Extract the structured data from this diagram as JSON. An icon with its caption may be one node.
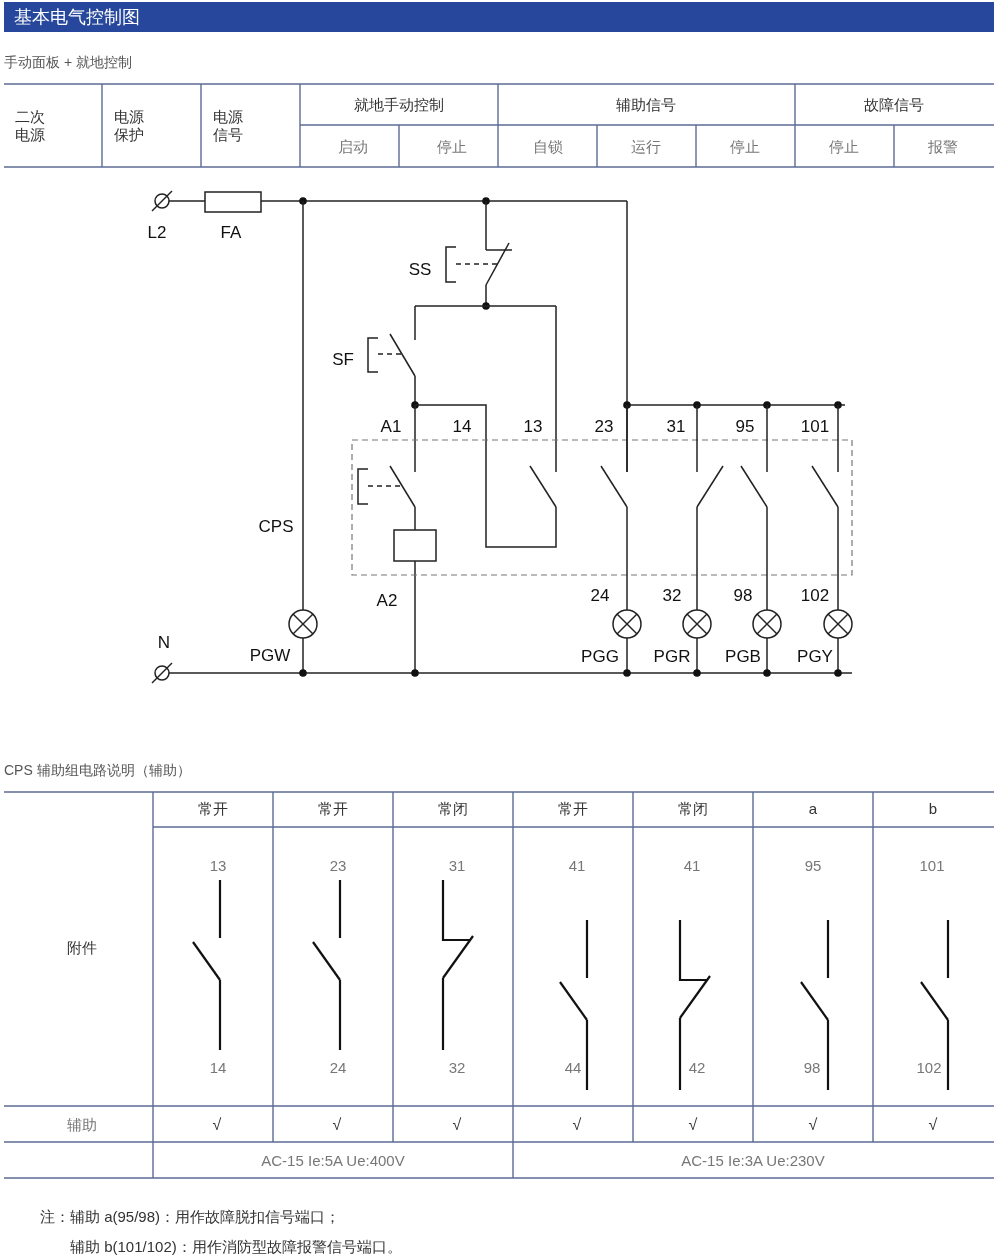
{
  "diagram": {
    "title": "基本电气控制图",
    "labels": [
      "手动面板 + 就地控制",
      "二次电源",
      "电源保护",
      "电源信号",
      "就地手动控制",
      "辅助信号",
      "故障信号",
      "启动",
      "停止",
      "自锁",
      "运行",
      "停止",
      "停止",
      "报警",
      "L2",
      "FA",
      "SS",
      "SF",
      "A1",
      "14",
      "13",
      "23",
      "31",
      "95",
      "101",
      "CPS",
      "A2",
      "24",
      "32",
      "98",
      "102",
      "N",
      "PGW",
      "PGG",
      "PGR",
      "PGB",
      "PGY",
      "CPS 辅助组电路说明（辅助）",
      "常开",
      "常开",
      "常闭",
      "常开",
      "常闭",
      "a",
      "b",
      "附件",
      "13",
      "23",
      "31",
      "41",
      "41",
      "95",
      "101",
      "14",
      "24",
      "32",
      "44",
      "42",
      "98",
      "102",
      "辅助",
      "√",
      "√",
      "√",
      "√",
      "√",
      "√",
      "√",
      "AC-15 Ie:5A  Ue:400V",
      "AC-15  Ie:3A  Ue:230V",
      "注：辅助 a(95/98)：用作故障脱扣信号端口；",
      "辅助 b(101/102)：用作消防型故障报警信号端口。"
    ]
  }
}
